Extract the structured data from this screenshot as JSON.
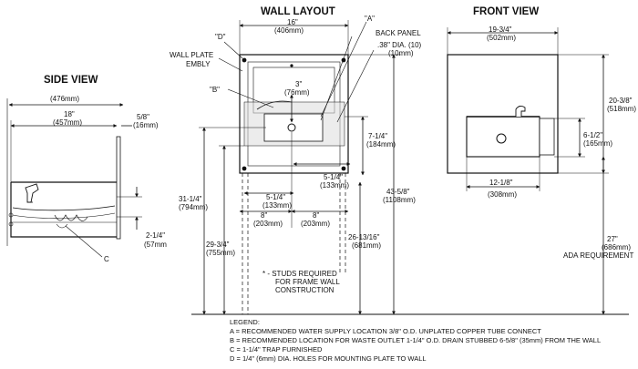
{
  "titles": {
    "side_view": "SIDE VIEW",
    "wall_layout": "WALL LAYOUT",
    "front_view": "FRONT VIEW"
  },
  "side_view": {
    "overall_width": "(476mm)",
    "depth_in": "18\"",
    "depth_mm": "(457mm)",
    "panel_in": "5/8\"",
    "panel_mm": "(16mm)",
    "trap_in": "2-1/4\"",
    "trap_mm": "(57mm",
    "callout_c": "C"
  },
  "wall_layout": {
    "width_in": "16\"",
    "width_mm": "(406mm)",
    "callout_a": "\"A\"",
    "callout_d": "\"D\"",
    "callout_b": "\"B\"",
    "back_panel": "BACK PANEL",
    "hole_dia": ".38\" DIA. (10)",
    "hole_mm": "(10mm)",
    "wall_plate_line1": "WALL PLATE",
    "wall_plate_line2": "EMBLY",
    "dim_3_in": "3\"",
    "dim_3_mm": "(76mm)",
    "dim_714_in": "7-1/4\"",
    "dim_714_mm": "(184mm)",
    "dim_514a_in": "5-1/4\"",
    "dim_514a_mm": "(133mm)",
    "dim_514b_in": "5-1/4\"",
    "dim_514b_mm": "(133mm)",
    "dim_8a_in": "8\"",
    "dim_8a_mm": "(203mm)",
    "dim_8b_in": "8\"",
    "dim_8b_mm": "(203mm)",
    "dim_3114_in": "31-1/4\"",
    "dim_3114_mm": "(794mm)",
    "dim_2934_in": "29-3/4\"",
    "dim_2934_mm": "(755mm)",
    "dim_261316_in": "26-13/16\"",
    "dim_261316_mm": "(681mm)",
    "dim_4358_in": "43-5/8\"",
    "dim_4358_mm": "(1108mm)",
    "studs_line1": "* - STUDS REQUIRED",
    "studs_line2": "FOR FRAME WALL",
    "studs_line3": "CONSTRUCTION"
  },
  "front_view": {
    "width_in": "19-3/4\"",
    "width_mm": "(502mm)",
    "height_in": "20-3/8\"",
    "height_mm": "(518mm)",
    "basin_h_in": "6-1/2\"",
    "basin_h_mm": "(165mm)",
    "basin_w_in": "12-1/8\"",
    "basin_w_mm": "(308mm)",
    "floor_in": "27\"",
    "floor_mm": "(686mm)",
    "ada": "ADA REQUIREMENT"
  },
  "legend": {
    "heading": "LEGEND:",
    "items": [
      "A = RECOMMENDED WATER SUPPLY LOCATION 3/8\" O.D. UNPLATED  COPPER TUBE CONNECT",
      "B = RECOMMENDED LOCATION FOR WASTE OUTLET 1-1/4\" O.D. DRAIN STUBBED 6-5/8\" (35mm) FROM THE WALL",
      "C = 1-1/4\" TRAP FURNISHED",
      "D = 1/4\" (6mm) DIA. HOLES FOR MOUNTING PLATE TO WALL"
    ]
  }
}
